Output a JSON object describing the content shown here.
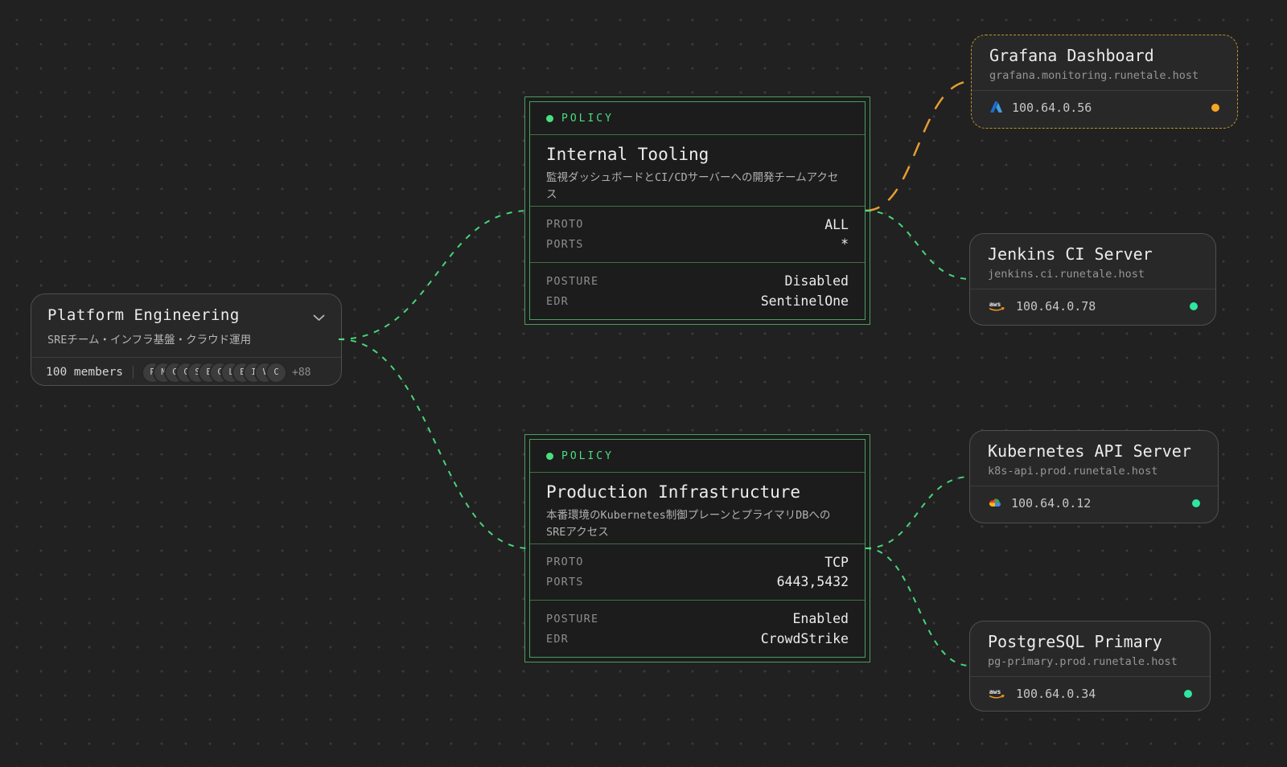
{
  "team": {
    "title": "Platform Engineering",
    "subtitle": "SREチーム・インフラ基盤・クラウド運用",
    "members_label": "100 members",
    "avatars": [
      "P",
      "M",
      "G",
      "C",
      "S",
      "E",
      "C",
      "L",
      "B",
      "I",
      "V",
      "C"
    ],
    "overflow_label": "+88"
  },
  "policies": [
    {
      "badge": "POLICY",
      "title": "Internal Tooling",
      "description": "監視ダッシュボードとCI/CDサーバーへの開発チームアクセス",
      "rows": [
        {
          "label": "PROTO",
          "value": "ALL"
        },
        {
          "label": "PORTS",
          "value": "*"
        }
      ],
      "rows2": [
        {
          "label": "POSTURE",
          "value": "Disabled"
        },
        {
          "label": "EDR",
          "value": "SentinelOne"
        }
      ]
    },
    {
      "badge": "POLICY",
      "title": "Production Infrastructure",
      "description": "本番環境のKubernetes制御プレーンとプライマリDBへのSREアクセス",
      "rows": [
        {
          "label": "PROTO",
          "value": "TCP"
        },
        {
          "label": "PORTS",
          "value": "6443,5432"
        }
      ],
      "rows2": [
        {
          "label": "POSTURE",
          "value": "Enabled"
        },
        {
          "label": "EDR",
          "value": "CrowdStrike"
        }
      ]
    }
  ],
  "hosts": [
    {
      "name": "Grafana Dashboard",
      "hostname": "grafana.monitoring.runetale.host",
      "ip": "100.64.0.56",
      "provider": "azure",
      "status": "warning"
    },
    {
      "name": "Jenkins CI Server",
      "hostname": "jenkins.ci.runetale.host",
      "ip": "100.64.0.78",
      "provider": "aws",
      "status": "online"
    },
    {
      "name": "Kubernetes API Server",
      "hostname": "k8s-api.prod.runetale.host",
      "ip": "100.64.0.12",
      "provider": "gcp",
      "status": "online"
    },
    {
      "name": "PostgreSQL Primary",
      "hostname": "pg-primary.prod.runetale.host",
      "ip": "100.64.0.34",
      "provider": "aws",
      "status": "online"
    }
  ],
  "colors": {
    "background": "#212121",
    "grid_dot": "#3a3a3a",
    "card_bg": "#282828",
    "card_border": "#4f4f4f",
    "policy_bg": "#1c1c1c",
    "policy_border": "#4c9d60",
    "policy_accent": "#4ade80",
    "edge_green": "#4ade80",
    "edge_amber": "#f0a432",
    "status_online": "#2ee6a0",
    "status_warning": "#f5a623",
    "warning_border": "#c0922e"
  }
}
